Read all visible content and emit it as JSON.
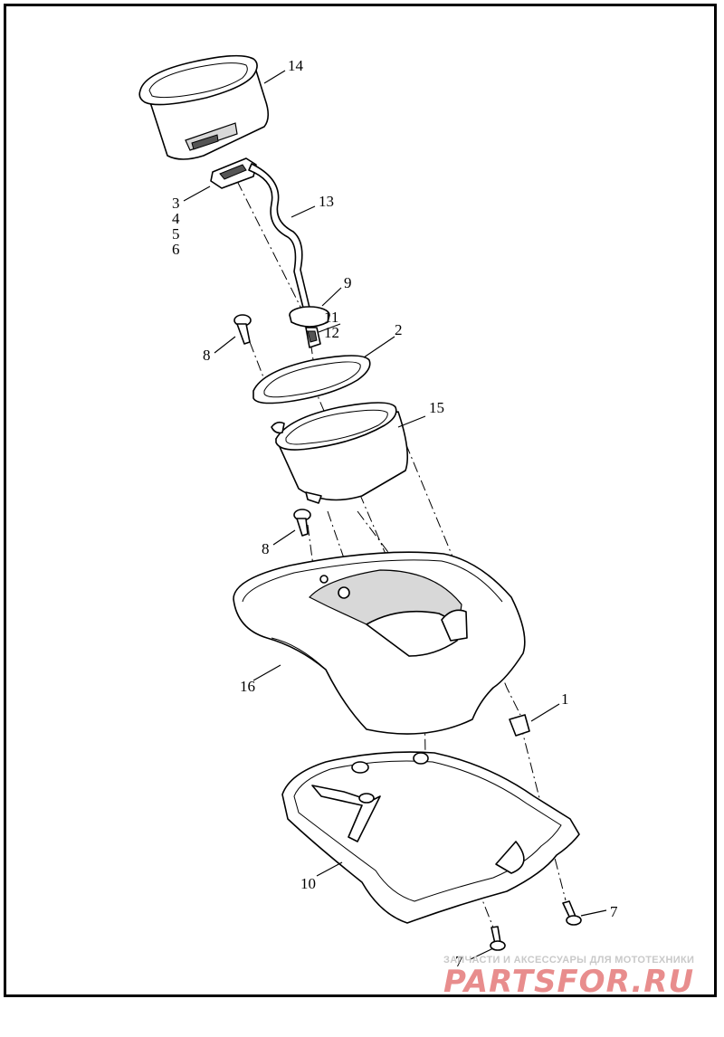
{
  "callouts": {
    "c14": "14",
    "c3": "3",
    "c4": "4",
    "c5": "5",
    "c6": "6",
    "c13": "13",
    "c9": "9",
    "c11": "11",
    "c12": "12",
    "c2": "2",
    "c8a": "8",
    "c15": "15",
    "c8b": "8",
    "c16": "16",
    "c1": "1",
    "c10": "10",
    "c7a": "7",
    "c7b": "7"
  },
  "watermark": {
    "tagline": "ЗАПЧАСТИ И АКСЕССУАРЫ ДЛЯ МОТОТЕХНИКИ",
    "logo": "PARTSFOR.RU"
  },
  "colors": {
    "line": "#000000",
    "background": "#ffffff",
    "watermark_text": "#c9c9c9",
    "watermark_logo": "#e88d8d"
  }
}
